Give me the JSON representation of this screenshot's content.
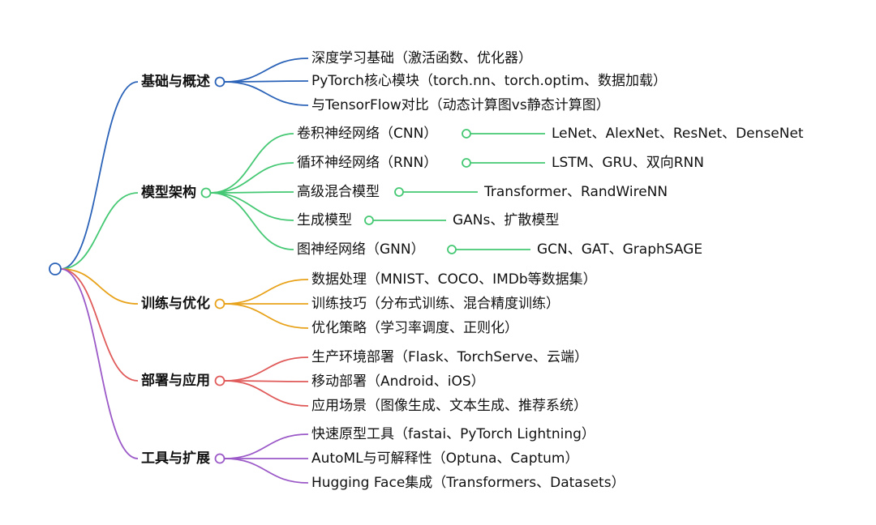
{
  "branches": [
    {
      "label": "基础与概述",
      "color": "#2a62b8",
      "children": [
        {
          "label": "深度学习基础（激活函数、优化器）"
        },
        {
          "label": "PyTorch核心模块（torch.nn、torch.optim、数据加载）"
        },
        {
          "label": "与TensorFlow对比（动态计算图vs静态计算图）"
        }
      ]
    },
    {
      "label": "模型架构",
      "color": "#45c873",
      "children": [
        {
          "label": "卷积神经网络（CNN）",
          "child": "LeNet、AlexNet、ResNet、DenseNet"
        },
        {
          "label": "循环神经网络（RNN）",
          "child": "LSTM、GRU、双向RNN"
        },
        {
          "label": "高级混合模型",
          "child": "Transformer、RandWireNN"
        },
        {
          "label": "生成模型",
          "child": "GANs、扩散模型"
        },
        {
          "label": "图神经网络（GNN）",
          "child": "GCN、GAT、GraphSAGE"
        }
      ]
    },
    {
      "label": "训练与优化",
      "color": "#e8a21a",
      "children": [
        {
          "label": "数据处理（MNIST、COCO、IMDb等数据集）"
        },
        {
          "label": "训练技巧（分布式训练、混合精度训练）"
        },
        {
          "label": "优化策略（学习率调度、正则化）"
        }
      ]
    },
    {
      "label": "部署与应用",
      "color": "#e05a5a",
      "children": [
        {
          "label": "生产环境部署（Flask、TorchServe、云端）"
        },
        {
          "label": "移动部署（Android、iOS）"
        },
        {
          "label": "应用场景（图像生成、文本生成、推荐系统）"
        }
      ]
    },
    {
      "label": "工具与扩展",
      "color": "#9b59c8",
      "children": [
        {
          "label": "快速原型工具（fastai、PyTorch Lightning）"
        },
        {
          "label": "AutoML与可解释性（Optuna、Captum）"
        },
        {
          "label": "Hugging Face集成（Transformers、Datasets）"
        }
      ]
    }
  ],
  "root_color": "#2a62b8"
}
